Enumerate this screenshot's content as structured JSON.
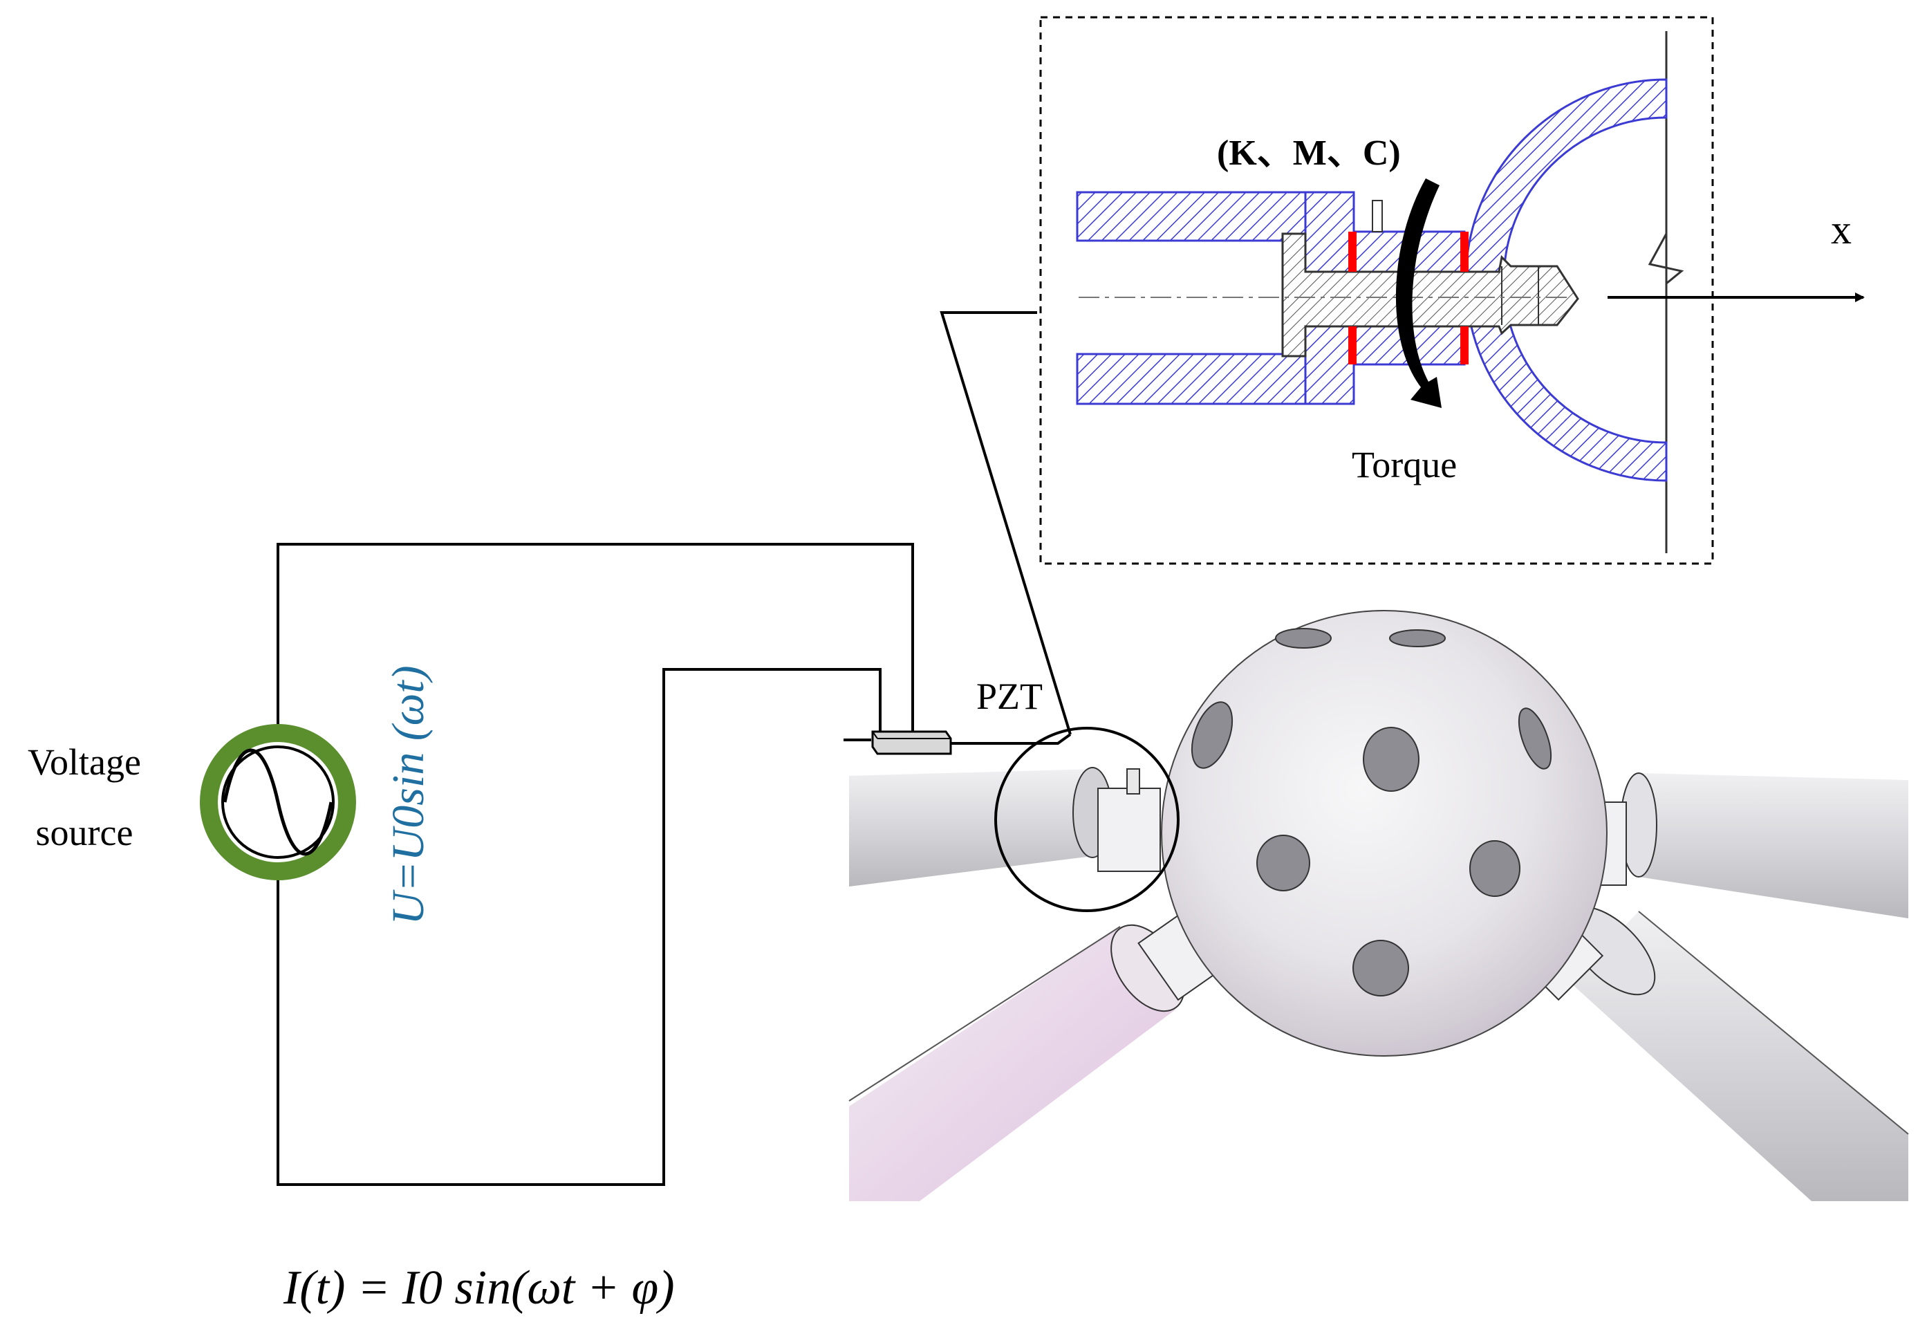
{
  "labels": {
    "voltage_source_line1": "Voltage",
    "voltage_source_line2": "source",
    "voltage_formula": "U=U0sin (ωt)",
    "pzt": "PZT",
    "kmc": "(K、M、C)",
    "torque": "Torque",
    "x_axis": "x",
    "current_formula": "I(t) = I0 sin(ωt + φ)"
  },
  "colors": {
    "source_ring": "#5b8f2e",
    "formula_blue": "#1f6fa0",
    "hatch_blue": "#3b3bd4",
    "interface_red": "#ff0000",
    "sphere": "#e2e2e6",
    "tube": "#d9d9dc",
    "tube_pink": "#e8d6e8"
  },
  "icons": {
    "source_symbol": "ac-sine-icon",
    "torque_arrow": "curved-arrow-icon"
  }
}
